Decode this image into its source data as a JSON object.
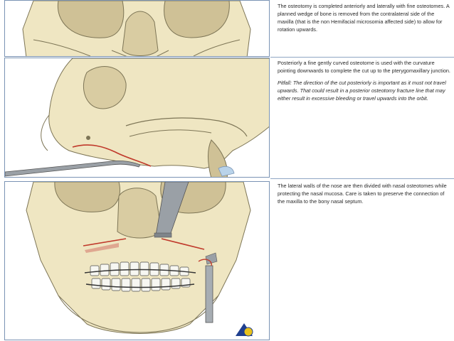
{
  "steps": [
    {
      "paragraphs": [
        "The osteotomy is completed anteriorly and laterally with fine osteotomes. A planned wedge of bone is removed from the contralateral side of the maxilla (that is the non Hemifacial microsomia affected side) to allow for rotation upwards."
      ]
    },
    {
      "paragraphs": [
        "Posteriorly a fine gently curved osteotome is used with the curvature pointing downwards to complete the cut up to the pterygomaxillary junction."
      ],
      "pitfall": "Pitfall: The direction of the cut posteriorly is important as it must not travel upwards. That could result in a posterior osteotomy fracture line that may either result in excessive bleeding or travel upwards into the orbit."
    },
    {
      "paragraphs": [
        "The lateral walls of the nose are then divided with nasal osteotomes while protecting the nasal mucosa. Care is taken to preserve the connection of the maxilla to the bony nasal septum."
      ]
    }
  ],
  "colors": {
    "bone": "#efe6c2",
    "bone_shadow": "#cfc196",
    "outline": "#7d7556",
    "osteotomy_cut": "#c0392b",
    "instrument": "#9aa0a6",
    "panel_border": "#7a93b4",
    "logo_blue": "#1f3f8f",
    "logo_yellow": "#e8c21c"
  },
  "icons": [
    "skull-frontal-illustration",
    "skull-lateral-illustration",
    "skull-frontal-osteotome-illustration",
    "ao-logo-icon"
  ]
}
